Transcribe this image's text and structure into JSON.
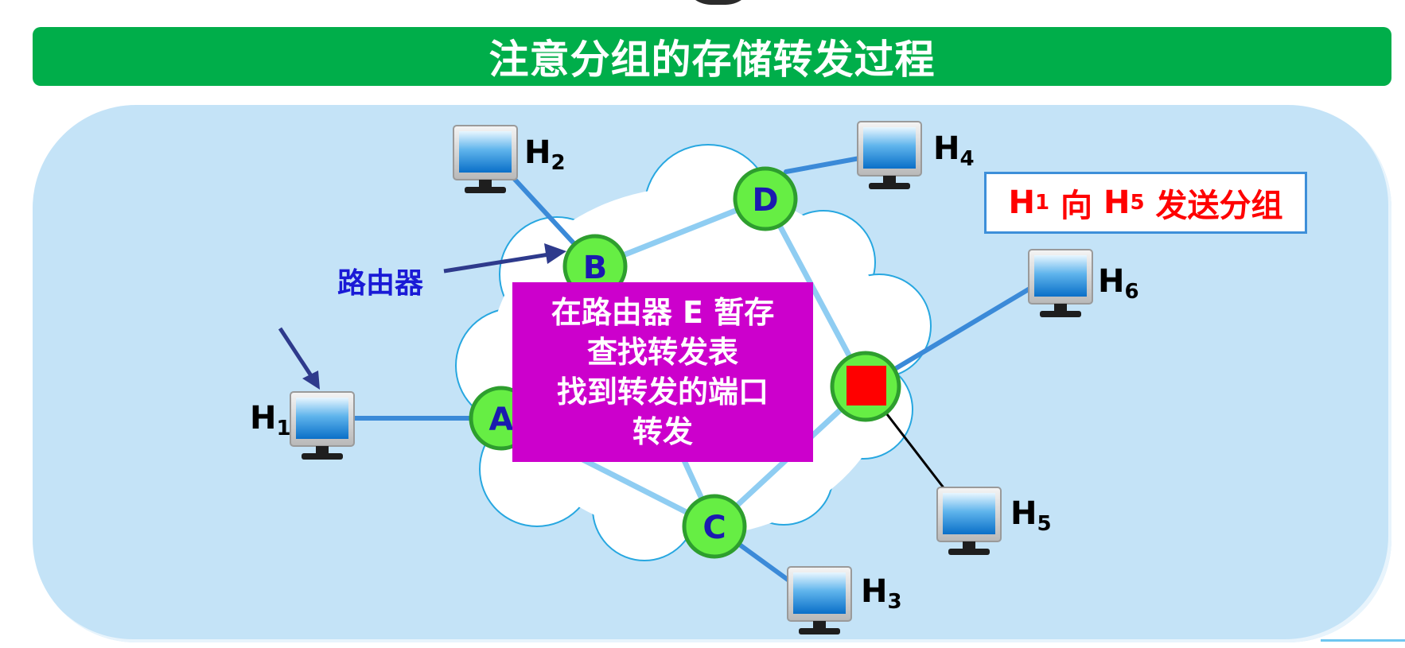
{
  "title": "注意分组的存储转发过程",
  "callout": {
    "from": "H",
    "from_sub": "1",
    "mid": " 向 ",
    "to": "H",
    "to_sub": "5",
    "suffix": " 发送分组"
  },
  "router_label": "路由器",
  "info_box": [
    "在路由器 E 暂存",
    "查找转发表",
    "找到转发的端口",
    "转发"
  ],
  "routers": [
    {
      "id": "A",
      "label": "A"
    },
    {
      "id": "B",
      "label": "B"
    },
    {
      "id": "C",
      "label": "C"
    },
    {
      "id": "D",
      "label": "D"
    },
    {
      "id": "E",
      "label": ""
    }
  ],
  "hosts": [
    {
      "id": "H1",
      "name": "H",
      "sub": "1"
    },
    {
      "id": "H2",
      "name": "H",
      "sub": "2"
    },
    {
      "id": "H3",
      "name": "H",
      "sub": "3"
    },
    {
      "id": "H4",
      "name": "H",
      "sub": "4"
    },
    {
      "id": "H5",
      "name": "H",
      "sub": "5"
    },
    {
      "id": "H6",
      "name": "H",
      "sub": "6"
    }
  ],
  "colors": {
    "title_bg": "#00ae4a",
    "panel_bg": "#c4e3f7",
    "router_fill": "#66ee44",
    "router_stroke": "#2e9e2e",
    "packet": "#ff0000",
    "info_bg": "#cc00cc",
    "callout_text": "#ff0000"
  }
}
